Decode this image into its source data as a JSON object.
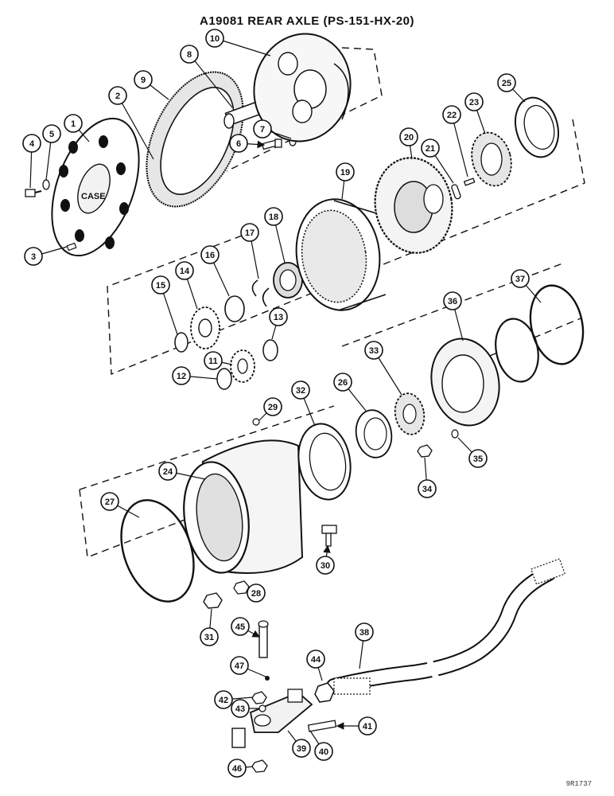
{
  "title": "A19081 REAR AXLE (PS-151-HX-20)",
  "drawing_code": "9R1737",
  "hub_marking": "CASE",
  "callouts": [
    "1",
    "2",
    "3",
    "4",
    "5",
    "6",
    "7",
    "8",
    "9",
    "10",
    "11",
    "12",
    "13",
    "14",
    "15",
    "16",
    "17",
    "18",
    "19",
    "20",
    "21",
    "22",
    "23",
    "24",
    "25",
    "26",
    "27",
    "28",
    "29",
    "30",
    "31",
    "32",
    "33",
    "34",
    "35",
    "36",
    "37",
    "38",
    "39",
    "40",
    "41",
    "42",
    "43",
    "44",
    "45",
    "46",
    "47"
  ]
}
